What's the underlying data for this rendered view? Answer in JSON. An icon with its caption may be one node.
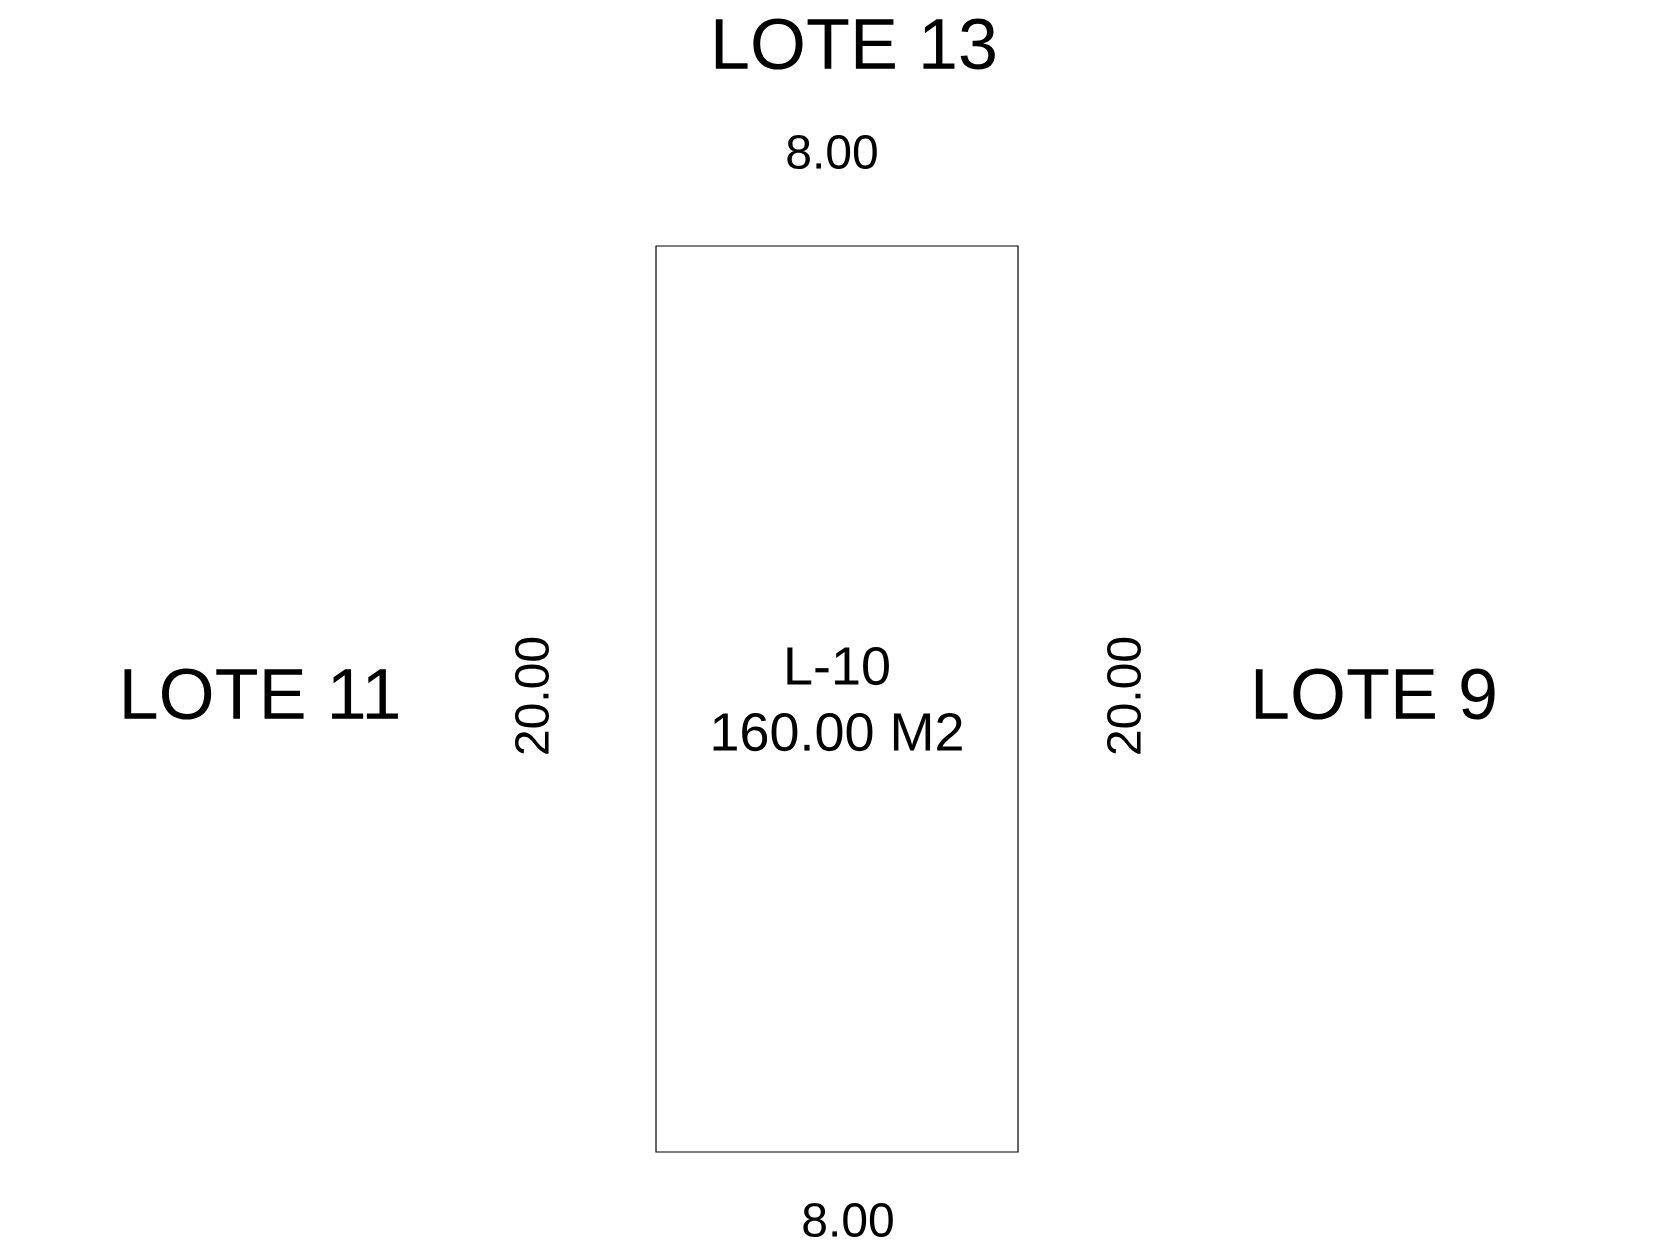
{
  "diagram": {
    "nodes": [
      {
        "text": [
          "L-10",
          "160.00 M2"
        ]
      }
    ],
    "labels": [
      "LOTE 13",
      "8.00",
      "LOTE 11",
      "20.00",
      "20.00",
      "LOTE 9",
      "8.00"
    ]
  }
}
